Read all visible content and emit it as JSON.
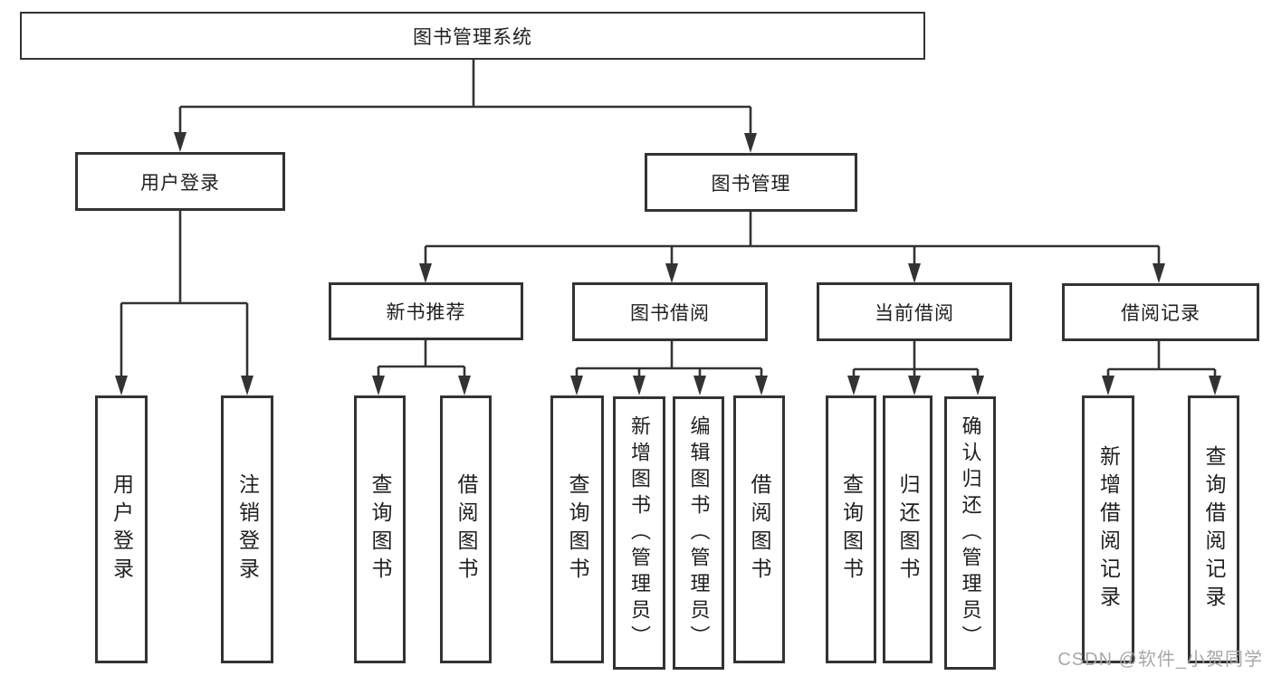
{
  "theme": {
    "line": "#333333",
    "text": "#1f1f1f",
    "watermark-color": "#a8a8a8",
    "bg": "#ffffff"
  },
  "nodes": {
    "root": "图书管理系统",
    "user_login": "用户登录",
    "book_management": "图书管理",
    "new_book_recommend": "新书推荐",
    "book_borrowing": "图书借阅",
    "current_borrowing": "当前借阅",
    "borrowing_records": "借阅记录",
    "leaf_user_login": "用户登录",
    "leaf_logout": "注销登录",
    "leaf_query_books_recommend": "查询图书",
    "leaf_borrow_books_recommend": "借阅图书",
    "leaf_query_books_borrowing": "查询图书",
    "leaf_add_books_admin": "新增图书（管理员）",
    "leaf_edit_books_admin": "编辑图书（管理员）",
    "leaf_borrow_books_borrowing": "借阅图书",
    "leaf_query_books_current": "查询图书",
    "leaf_return_books": "归还图书",
    "leaf_confirm_return_admin": "确认归还（管理员）",
    "leaf_add_borrow_record": "新增借阅记录",
    "leaf_query_borrow_record": "查询借阅记录"
  },
  "hierarchy": {
    "图书管理系统": {
      "用户登录": [
        "用户登录",
        "注销登录"
      ],
      "图书管理": {
        "新书推荐": [
          "查询图书",
          "借阅图书"
        ],
        "图书借阅": [
          "查询图书",
          "新增图书（管理员）",
          "编辑图书（管理员）",
          "借阅图书"
        ],
        "当前借阅": [
          "查询图书",
          "归还图书",
          "确认归还（管理员）"
        ],
        "借阅记录": [
          "新增借阅记录",
          "查询借阅记录"
        ]
      }
    }
  },
  "watermark": "CSDN @软件_小贺同学"
}
